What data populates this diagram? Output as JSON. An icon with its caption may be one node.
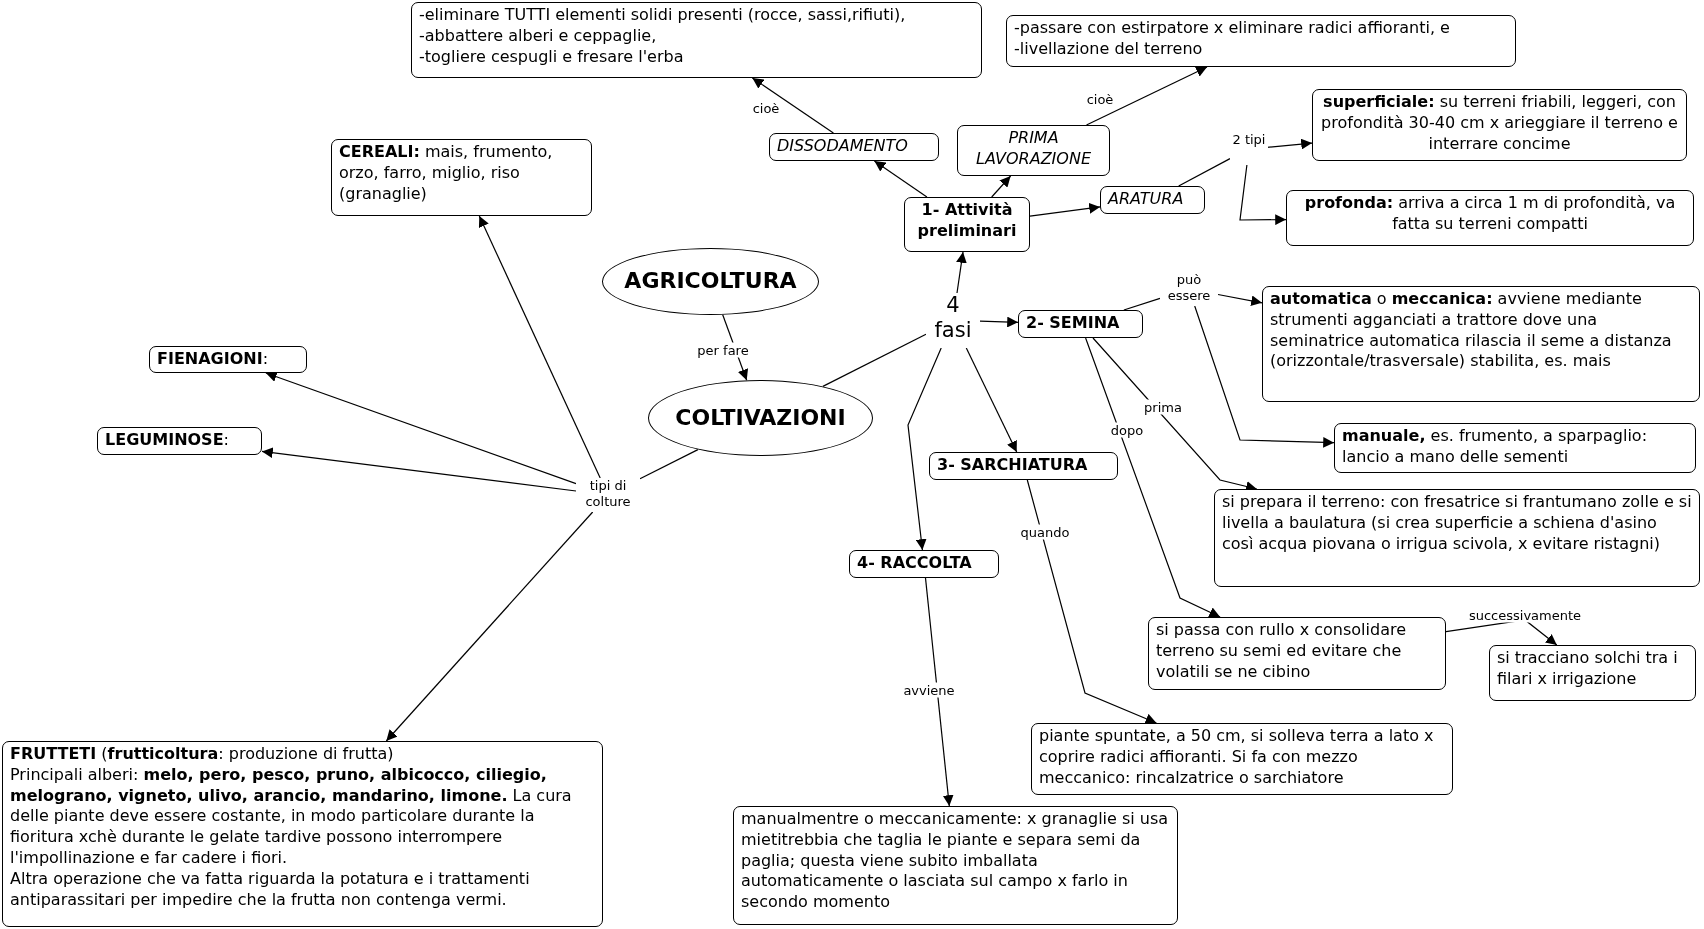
{
  "diagram": {
    "nodes": [
      {
        "text": [
          "AGRICOLTURA"
        ]
      },
      {
        "text": [
          "COLTIVAZIONI"
        ]
      },
      {
        "text": [
          "tipi di colture"
        ]
      },
      {
        "text": [
          "**CEREALI:** mais, frumento, orzo, farro, miglio, riso (granaglie)"
        ]
      },
      {
        "text": [
          "**FIENAGIONI**:"
        ]
      },
      {
        "text": [
          "**LEGUMINOSE**:"
        ]
      },
      {
        "text": [
          "**FRUTTETI** (**frutticoltura**: produzione di frutta)",
          "Principali alberi: **melo, pero, pesco, pruno, albicocco, ciliegio, melograno, vigneto, ulivo, arancio, mandarino, limone.** La cura delle piante deve essere costante, in modo particolare durante la fioritura xchè durante le gelate tardive possono interrompere l'impollinazione e far cadere i fiori.",
          "Altra operazione che va fatta riguarda la potatura e i trattamenti antiparassitari per impedire che la frutta non contenga vermi."
        ]
      },
      {
        "text": [
          "4 fasi"
        ]
      },
      {
        "text": [
          "1- Attività preliminari"
        ]
      },
      {
        "text": [
          "DISSODAMENTO"
        ]
      },
      {
        "text": [
          "-eliminare TUTTI elementi solidi presenti (rocce, sassi,rifiuti),",
          "-abbattere alberi e ceppaglie,",
          "-togliere cespugli e fresare l'erba"
        ]
      },
      {
        "text": [
          "PRIMA LAVORAZIONE"
        ]
      },
      {
        "text": [
          "-passare con estirpatore x eliminare radici affioranti, e",
          "-livellazione del terreno"
        ]
      },
      {
        "text": [
          "ARATURA"
        ]
      },
      {
        "text": [
          "2 tipi"
        ]
      },
      {
        "text": [
          "**superficiale:** su terreni friabili, leggeri, con profondità 30-40 cm x arieggiare il terreno e interrare concime"
        ]
      },
      {
        "text": [
          "**profonda:** arriva a circa 1 m di profondità, va fatta su terreni compatti"
        ]
      },
      {
        "text": [
          "2- SEMINA"
        ]
      },
      {
        "text": [
          "può essere"
        ]
      },
      {
        "text": [
          "**automatica** o **meccanica:** avviene mediante strumenti agganciati a trattore dove una seminatrice automatica rilascia il seme a distanza (orizzontale/trasversale) stabilita, es. mais"
        ]
      },
      {
        "text": [
          "**manuale,** es. frumento, a sparpaglio: lancio a mano delle sementi"
        ]
      },
      {
        "text": [
          "si prepara il terreno: con fresatrice si frantumano zolle e si livella a baulatura (si crea superficie a schiena d'asino così acqua piovana o irrigua scivola, x evitare ristagni)"
        ]
      },
      {
        "text": [
          "si passa con rullo x consolidare terreno su semi ed evitare che volatili se ne cibino"
        ]
      },
      {
        "text": [
          "si tracciano solchi tra i filari x irrigazione"
        ]
      },
      {
        "text": [
          "3- SARCHIATURA"
        ]
      },
      {
        "text": [
          "piante spuntate, a 50 cm, si solleva terra a lato x coprire radici affioranti. Si fa con mezzo meccanico: rincalzatrice o sarchiatore"
        ]
      },
      {
        "text": [
          "4- RACCOLTA"
        ]
      },
      {
        "text": [
          "manualmentre o meccanicamente: x granaglie si usa mietitrebbia che taglia le piante e separa semi da paglia; questa viene subito imballata automaticamente o lasciata sul campo x farlo in secondo momento"
        ]
      }
    ],
    "edges": [
      {
        "from": 0,
        "to": 1,
        "label": "per fare",
        "arrow": "to"
      },
      {
        "from": 1,
        "to": 2,
        "arrow": "none"
      },
      {
        "from": 2,
        "to": 3,
        "arrow": "to"
      },
      {
        "from": 2,
        "to": 4,
        "arrow": "to"
      },
      {
        "from": 2,
        "to": 5,
        "arrow": "to"
      },
      {
        "from": 2,
        "to": 6,
        "arrow": "to"
      },
      {
        "from": 1,
        "to": 7,
        "arrow": "none"
      },
      {
        "from": 7,
        "to": 8,
        "arrow": "to"
      },
      {
        "from": 7,
        "to": 17,
        "arrow": "to"
      },
      {
        "from": 7,
        "to": 24,
        "arrow": "to"
      },
      {
        "from": 7,
        "to": 26,
        "arrow": "to"
      },
      {
        "from": 8,
        "to": 9,
        "arrow": "to"
      },
      {
        "from": 9,
        "to": 10,
        "label": "cioè",
        "arrow": "to"
      },
      {
        "from": 8,
        "to": 11,
        "arrow": "to"
      },
      {
        "from": 11,
        "to": 12,
        "label": "cioè",
        "arrow": "to"
      },
      {
        "from": 8,
        "to": 13,
        "arrow": "to"
      },
      {
        "from": 13,
        "to": 14,
        "arrow": "none"
      },
      {
        "from": 14,
        "to": 15,
        "arrow": "to"
      },
      {
        "from": 14,
        "to": 16,
        "arrow": "to"
      },
      {
        "from": 17,
        "to": 18,
        "arrow": "none"
      },
      {
        "from": 18,
        "to": 19,
        "arrow": "to"
      },
      {
        "from": 18,
        "to": 20,
        "arrow": "to"
      },
      {
        "from": 17,
        "to": 21,
        "label": "prima",
        "arrow": "to"
      },
      {
        "from": 17,
        "to": 22,
        "label": "dopo",
        "arrow": "to"
      },
      {
        "from": 22,
        "to": 23,
        "label": "successivamente",
        "arrow": "to"
      },
      {
        "from": 24,
        "to": 25,
        "label": "quando",
        "arrow": "to"
      },
      {
        "from": 26,
        "to": 27,
        "label": "avviene",
        "arrow": "to"
      }
    ]
  }
}
